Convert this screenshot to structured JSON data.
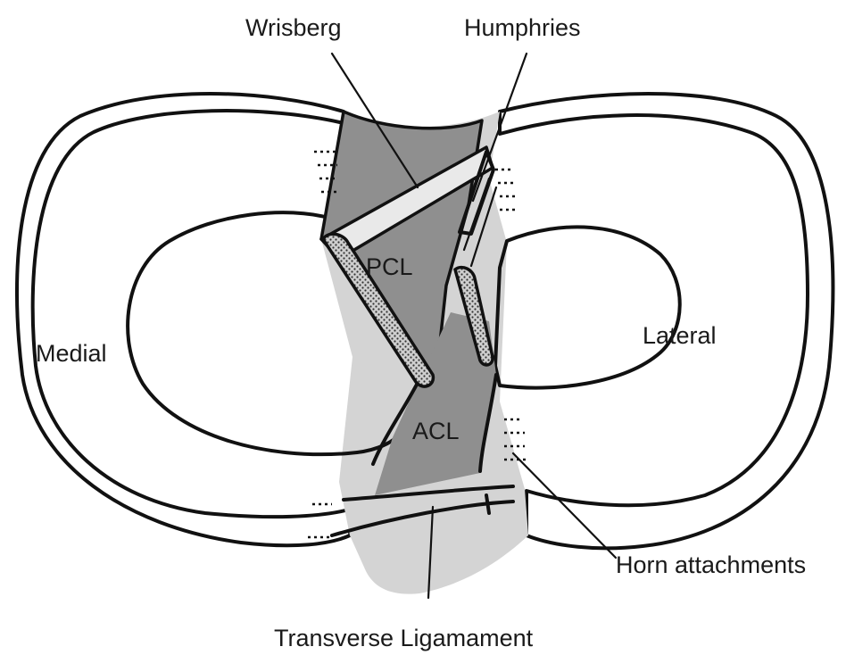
{
  "labels": {
    "wrisberg": "Wrisberg",
    "humphries": "Humphries",
    "pcl": "PCL",
    "medial": "Medial",
    "lateral": "Lateral",
    "acl": "ACL",
    "horn": "Horn attachments",
    "transverse": "Transverse Ligamament"
  },
  "colors": {
    "meniscus_fill": "#d4d4d4",
    "plateau_fill": "#d4d4d4",
    "ligament_fill": "#8f8f8f",
    "stroke": "#111111",
    "background": "#ffffff"
  }
}
